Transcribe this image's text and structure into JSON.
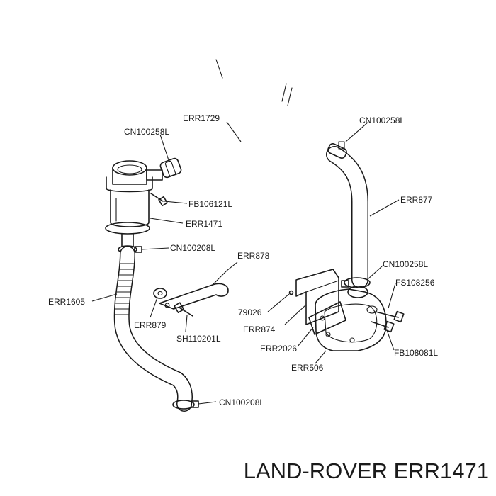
{
  "title": "LAND-ROVER ERR1471",
  "parts": [
    {
      "id": "err1729",
      "label": "ERR1729"
    },
    {
      "id": "cn100258l-left",
      "label": "CN100258L"
    },
    {
      "id": "fb106121l",
      "label": "FB106121L"
    },
    {
      "id": "err1471",
      "label": "ERR1471"
    },
    {
      "id": "cn100208l-top",
      "label": "CN100208L"
    },
    {
      "id": "err878",
      "label": "ERR878"
    },
    {
      "id": "err1605",
      "label": "ERR1605"
    },
    {
      "id": "err879",
      "label": "ERR879"
    },
    {
      "id": "sh110201l",
      "label": "SH110201L"
    },
    {
      "id": "cn100208l-bottom",
      "label": "CN100208L"
    },
    {
      "id": "cn100258l-top-right",
      "label": "CN100258L"
    },
    {
      "id": "err877",
      "label": "ERR877"
    },
    {
      "id": "cn100258l-mid-right",
      "label": "CN100258L"
    },
    {
      "id": "fs108256",
      "label": "FS108256"
    },
    {
      "id": "79026",
      "label": "79026"
    },
    {
      "id": "err874",
      "label": "ERR874"
    },
    {
      "id": "err2026",
      "label": "ERR2026"
    },
    {
      "id": "err506",
      "label": "ERR506"
    },
    {
      "id": "fb108081l",
      "label": "FB108081L"
    }
  ]
}
